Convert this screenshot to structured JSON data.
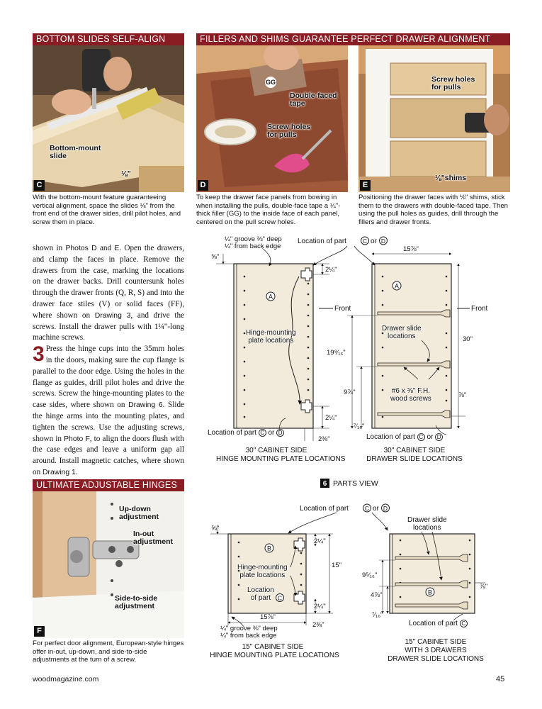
{
  "panels": {
    "c": {
      "banner": "BOTTOM SLIDES SELF-ALIGN",
      "letter": "C",
      "callouts": {
        "slide": "Bottom-mount\nslide",
        "gap": "⅛\""
      },
      "caption": "With the bottom-mount feature guaranteeing vertical alignment, space the slides ⅛\" from the front end of the drawer sides, drill pilot holes, and screw them in place."
    },
    "d": {
      "banner": "FILLERS AND SHIMS GUARANTEE PERFECT DRAWER ALIGNMENT",
      "letter": "D",
      "callouts": {
        "gg": "GG",
        "tape": "Double-faced\ntape",
        "holes": "Screw holes\nfor pulls"
      },
      "caption": "To keep the drawer face panels from bowing in when installing the pulls, double-face tape a ¼\"-thick filler (GG) to the inside face of each panel, centered on the pull screw holes."
    },
    "e": {
      "letter": "E",
      "callouts": {
        "holes": "Screw holes\nfor pulls",
        "shims": "⅛\"shims"
      },
      "caption": "Positioning the drawer faces with ⅛\" shims, stick them to the drawers with double-faced tape. Then using the pull holes as guides, drill through the fillers and drawer fronts."
    },
    "f": {
      "banner": "ULTIMATE ADJUSTABLE HINGES",
      "letter": "F",
      "callouts": {
        "updown": "Up-down\nadjustment",
        "inout": "In-out\nadjustment",
        "side": "Side-to-side\nadjustment"
      },
      "caption": "For perfect door alignment, European-style hinges offer in-out, up-down, and side-to-side adjustments at the turn of a screw."
    }
  },
  "body": {
    "p1_a": "shown in ",
    "p1_ref1": "Photos D",
    "p1_b": " and ",
    "p1_ref2": "E",
    "p1_c": ". Open the drawers, and clamp the faces in place. Remove the drawers from the case, marking the locations on the drawer backs. Drill countersunk holes through the drawer fronts (Q, R, S) and into the drawer face stiles (V) or solid faces (FF), where shown on ",
    "p1_ref3": "Drawing 3",
    "p1_d": ", and drive the screws. Install the drawer pulls with 1¼\"-long machine screws.",
    "p2_num": "3",
    "p2_a": "Press the hinge cups into the 35mm holes in the doors, making sure the cup flange is parallel to the door edge. Using the holes in the flange as guides, drill pilot holes and drive the screws. Screw the hinge-mounting plates to the case sides, where shown on ",
    "p2_ref1": "Drawing 6",
    "p2_b": ". Slide the hinge arms into the mounting plates, and tighten the screws. Use the adjusting screws, shown in ",
    "p2_ref2": "Photo F",
    "p2_c": ", to align the doors flush with the case edges and leave a uniform gap all around. Install magnetic catches, where shown on ",
    "p2_ref3": "Drawing 1",
    "p2_d": "."
  },
  "drawing": {
    "number": "6",
    "title": "PARTS VIEW",
    "top_location": "Location of part",
    "or": "or",
    "part_c": "C",
    "part_d": "D",
    "part_a": "A",
    "part_b": "B",
    "front": "Front",
    "s30_left": {
      "groove": "¼\" groove ⅜\" deep\n¼\" from back edge",
      "d_5_8": "⅝\"",
      "d_top": "2¼\"",
      "d_bot": "2¼\"",
      "d_2_3_8": "2⅜\"",
      "hinge": "Hinge-mounting\nplate locations",
      "bottom_loc": "Location of part",
      "title1": "30\" CABINET SIDE",
      "title2": "HINGE MOUNTING PLATE LOCATIONS"
    },
    "s30_right": {
      "width": "15⅞\"",
      "height": "30\"",
      "d_19": "19⁹⁄₁₆\"",
      "d_9": "9⅞\"",
      "d_7_16": "⁷⁄₁₆\"",
      "d_7_8": "⅞\"",
      "slide": "Drawer slide\nlocations",
      "screws": "#6 x ⅜\" F.H.\nwood screws",
      "bottom_loc": "Location of part",
      "title1": "30\" CABINET SIDE",
      "title2": "DRAWER SLIDE LOCATIONS"
    },
    "s15_left": {
      "d_5_8": "⅝\"",
      "d_top": "2¼\"",
      "height": "15\"",
      "d_bot": "2¼\"",
      "width": "15⅞\"",
      "d_2_3_8": "2⅜\"",
      "hinge": "Hinge-mounting\nplate locations",
      "loc": "Location\nof part",
      "groove": "¼\" groove ⅜\" deep\n¼\" from back edge",
      "title1": "15\" CABINET SIDE",
      "title2": "HINGE MOUNTING PLATE LOCATIONS"
    },
    "s15_right": {
      "slide": "Drawer slide\nlocations",
      "d_9": "9⁵⁄₁₆\"",
      "d_4": "4⅞\"",
      "d_7_16": "⁷⁄₁₆\"",
      "d_7_8": "⅞\"",
      "bottom_loc": "Location of part",
      "title1": "15\" CABINET SIDE",
      "title2": "WITH 3 DRAWERS",
      "title3": "DRAWER SLIDE LOCATIONS"
    }
  },
  "footer": {
    "site": "woodmagazine.com",
    "page": "45"
  },
  "colors": {
    "banner": "#8a1c24",
    "panel": "#f2eadb"
  }
}
